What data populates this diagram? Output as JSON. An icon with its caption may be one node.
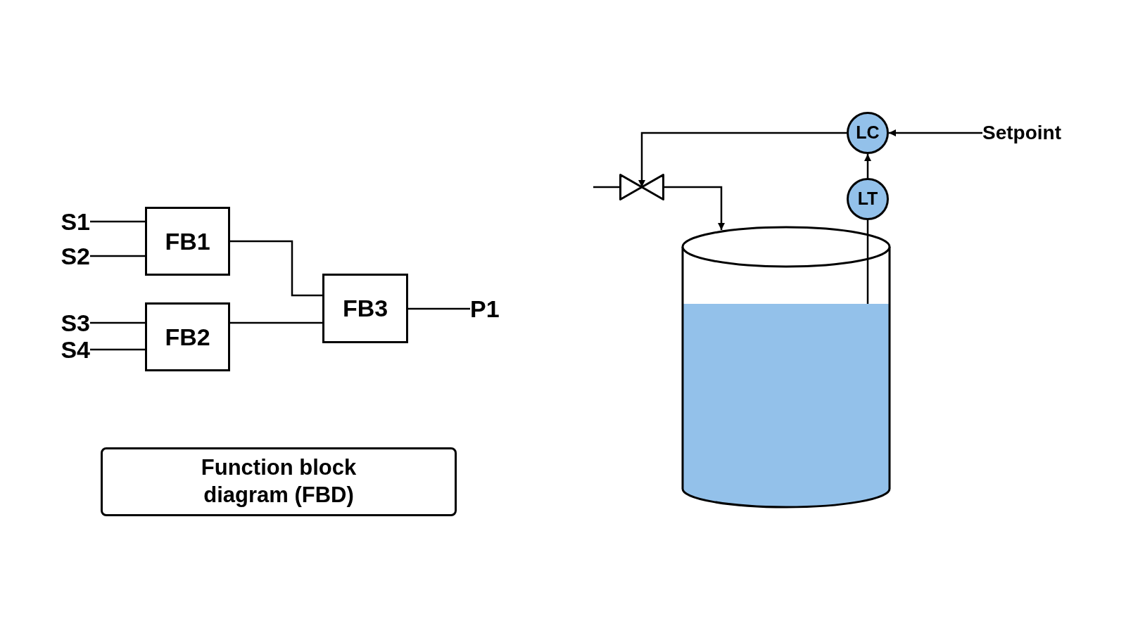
{
  "diagram": {
    "nodes": [
      {
        "text": [
          "S1"
        ]
      },
      {
        "text": [
          "S2"
        ]
      },
      {
        "text": [
          "S3"
        ]
      },
      {
        "text": [
          "S4"
        ]
      },
      {
        "text": [
          "FB1"
        ]
      },
      {
        "text": [
          "FB2"
        ]
      },
      {
        "text": [
          "FB3"
        ]
      },
      {
        "text": [
          "P1"
        ]
      },
      {
        "text": [
          "Function block diagram (FBD)"
        ]
      },
      {
        "text": [
          "LC"
        ]
      },
      {
        "text": [
          "Setpoint"
        ]
      },
      {
        "text": [
          "LT"
        ]
      },
      {
        "text": [],
        "shape": "valve"
      },
      {
        "text": [],
        "shape": "cylinder"
      }
    ],
    "edges": [
      {
        "from": 0,
        "to": 4,
        "arrow": "none"
      },
      {
        "from": 1,
        "to": 4,
        "arrow": "none"
      },
      {
        "from": 2,
        "to": 5,
        "arrow": "none"
      },
      {
        "from": 3,
        "to": 5,
        "arrow": "none"
      },
      {
        "from": 4,
        "to": 6,
        "arrow": "none"
      },
      {
        "from": 5,
        "to": 6,
        "arrow": "none"
      },
      {
        "from": 6,
        "to": 7,
        "arrow": "none"
      },
      {
        "from": 10,
        "to": 9,
        "arrow": "to"
      },
      {
        "from": 11,
        "to": 9,
        "arrow": "to"
      },
      {
        "from": 9,
        "to": 12,
        "arrow": "to"
      },
      {
        "from": null,
        "to": 12,
        "arrow": "none"
      },
      {
        "from": 12,
        "to": 13,
        "arrow": "to"
      },
      {
        "from": 11,
        "to": 13,
        "arrow": "none"
      }
    ]
  }
}
